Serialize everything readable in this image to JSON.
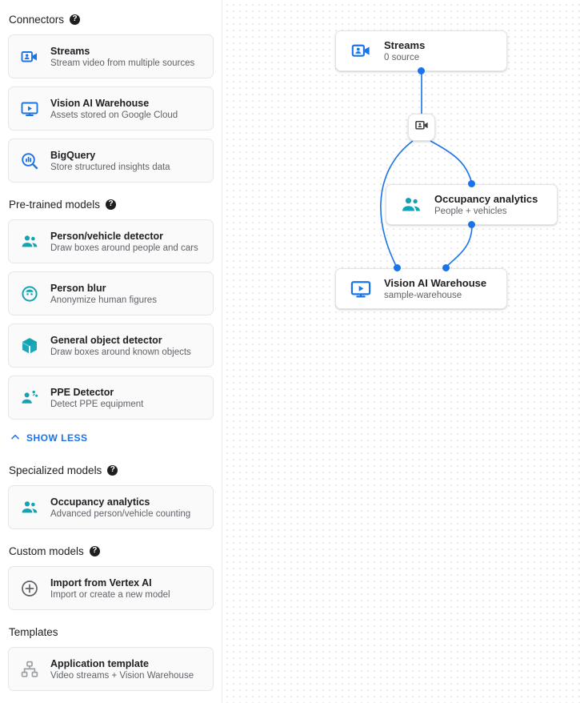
{
  "sidebar": {
    "sections": [
      {
        "title": "Connectors",
        "help": "?",
        "has_help": true,
        "items": [
          {
            "title": "Streams",
            "subtitle": "Stream video from multiple sources",
            "icon": "video-camera-person-icon",
            "color": "#1a73e8"
          },
          {
            "title": "Vision AI Warehouse",
            "subtitle": "Assets stored on Google Cloud",
            "icon": "monitor-play-icon",
            "color": "#1a73e8"
          },
          {
            "title": "BigQuery",
            "subtitle": "Store structured insights data",
            "icon": "bigquery-magnifier-icon",
            "color": "#1a73e8"
          }
        ]
      },
      {
        "title": "Pre-trained models",
        "help": "?",
        "has_help": true,
        "items": [
          {
            "title": "Person/vehicle detector",
            "subtitle": "Draw boxes around people and cars",
            "icon": "people-icon",
            "color": "#12a4b4"
          },
          {
            "title": "Person blur",
            "subtitle": "Anonymize human figures",
            "icon": "face-blur-icon",
            "color": "#12a4b4"
          },
          {
            "title": "General object detector",
            "subtitle": "Draw boxes around known objects",
            "icon": "cube-box-icon",
            "color": "#12a4b4"
          },
          {
            "title": "PPE Detector",
            "subtitle": "Detect PPE equipment",
            "icon": "ppe-person-icon",
            "color": "#12a4b4"
          }
        ]
      },
      {
        "title": "Specialized models",
        "help": "?",
        "has_help": true,
        "items": [
          {
            "title": "Occupancy analytics",
            "subtitle": "Advanced person/vehicle counting",
            "icon": "people-icon",
            "color": "#12a4b4"
          }
        ]
      },
      {
        "title": "Custom models",
        "help": "?",
        "has_help": true,
        "items": [
          {
            "title": "Import from Vertex AI",
            "subtitle": "Import or create a new model",
            "icon": "plus-circle-icon",
            "color": "#5f6368"
          }
        ]
      },
      {
        "title": "Templates",
        "help": "",
        "has_help": false,
        "items": [
          {
            "title": "Application template",
            "subtitle": "Video streams + Vision Warehouse",
            "icon": "sitemap-hierarchy-icon",
            "color": "#9aa0a6"
          }
        ]
      }
    ],
    "show_less_label": "SHOW LESS"
  },
  "canvas": {
    "nodes": [
      {
        "id": "streams",
        "title": "Streams",
        "subtitle": "0 source",
        "icon": "video-camera-person-icon",
        "color": "#1a73e8"
      },
      {
        "id": "occupancy",
        "title": "Occupancy analytics",
        "subtitle": "People + vehicles",
        "icon": "people-icon",
        "color": "#12a4b4"
      },
      {
        "id": "warehouse",
        "title": "Vision AI Warehouse",
        "subtitle": "sample-warehouse",
        "icon": "monitor-play-icon",
        "color": "#1a73e8"
      }
    ],
    "badge": {
      "id": "stream-badge",
      "icon": "video-camera-person-icon"
    },
    "edge_color": "#1a73e8"
  }
}
